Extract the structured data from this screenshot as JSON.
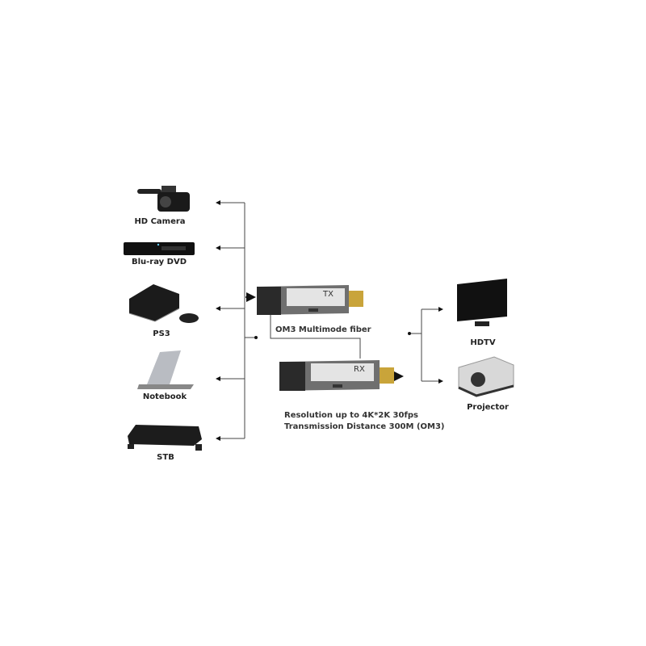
{
  "sources": [
    {
      "label": "HD Camera",
      "icon": "camcorder-icon"
    },
    {
      "label": "Blu-ray DVD",
      "icon": "bluray-player-icon"
    },
    {
      "label": "PS3",
      "icon": "game-console-icon"
    },
    {
      "label": "Notebook",
      "icon": "laptop-icon"
    },
    {
      "label": "STB",
      "icon": "set-top-box-icon"
    }
  ],
  "transmitter": {
    "tag": "TX"
  },
  "receiver": {
    "tag": "RX"
  },
  "fiber_label": "OM3 Multimode fiber",
  "specs": [
    "Resolution up to 4K*2K 30fps",
    "Transmission Distance 300M (OM3)"
  ],
  "displays": [
    {
      "label": "HDTV",
      "icon": "tv-icon"
    },
    {
      "label": "Projector",
      "icon": "projector-icon"
    }
  ]
}
